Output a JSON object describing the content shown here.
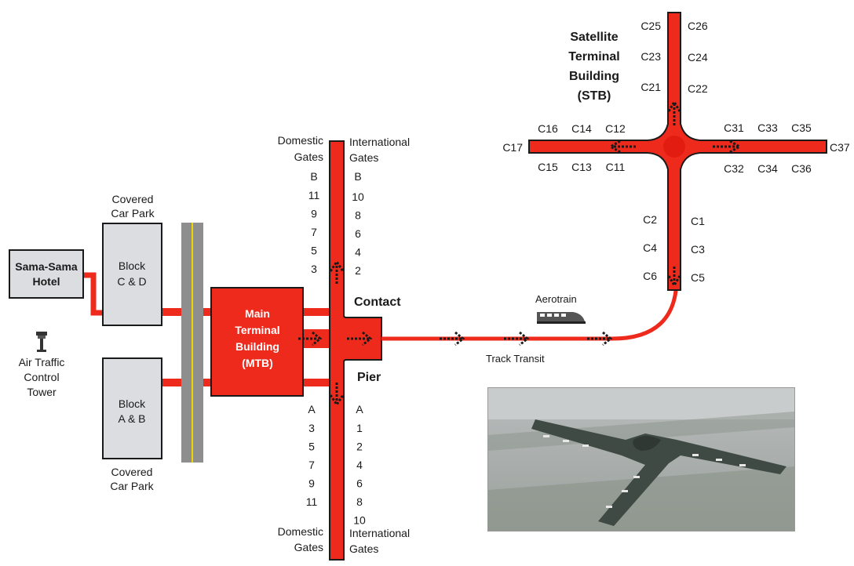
{
  "colors": {
    "red": "#ee2a1c",
    "red_dark": "#c81c10",
    "block_fill": "#dcdde1",
    "road_grey": "#8e8e8e",
    "road_line": "#f2d400",
    "outline": "#1a1a1a"
  },
  "hotel": {
    "line1": "Sama-Sama",
    "line2": "Hotel"
  },
  "atc": {
    "line1": "Air Traffic",
    "line2": "Control",
    "line3": "Tower",
    "icon": "control-tower-icon"
  },
  "car_park_top": {
    "line1": "Covered",
    "line2": "Car Park"
  },
  "car_park_bottom": {
    "line1": "Covered",
    "line2": "Car Park"
  },
  "block_cd": {
    "line1": "Block",
    "line2": "C & D"
  },
  "block_ab": {
    "line1": "Block",
    "line2": "A & B"
  },
  "mtb": {
    "line1": "Main",
    "line2": "Terminal",
    "line3": "Building",
    "line4": "(MTB)"
  },
  "contact_pier": {
    "line1": "Contact",
    "line2": "Pier"
  },
  "domestic_top": {
    "line1": "Domestic",
    "line2": "Gates",
    "pier": "B",
    "gates": [
      "11",
      "9",
      "7",
      "5",
      "3"
    ]
  },
  "international_top": {
    "line1": "International",
    "line2": "Gates",
    "pier": "B",
    "gates": [
      "10",
      "8",
      "6",
      "4",
      "2"
    ]
  },
  "domestic_bottom": {
    "line1": "Domestic",
    "line2": "Gates",
    "pier": "A",
    "gates": [
      "3",
      "5",
      "7",
      "9",
      "11"
    ]
  },
  "international_bottom": {
    "line1": "International",
    "line2": "Gates",
    "pier": "A",
    "gates": [
      "1",
      "2",
      "4",
      "6",
      "8",
      "10"
    ]
  },
  "aerotrain": {
    "label": "Aerotrain",
    "icon": "train-icon",
    "track_label": "Track Transit"
  },
  "stb": {
    "line1": "Satellite",
    "line2": "Terminal",
    "line3": "Building",
    "line4": "(STB)"
  },
  "stb_gates": {
    "north_left": [
      "C25",
      "C23",
      "C21"
    ],
    "north_right": [
      "C26",
      "C24",
      "C22"
    ],
    "west_top": [
      "C16",
      "C14",
      "C12"
    ],
    "west_bottom": [
      "C15",
      "C13",
      "C11"
    ],
    "west_end": "C17",
    "east_top": [
      "C31",
      "C33",
      "C35"
    ],
    "east_bottom": [
      "C32",
      "C34",
      "C36"
    ],
    "east_end": "C37",
    "south_left": [
      "C2",
      "C4",
      "C6"
    ],
    "south_right": [
      "C1",
      "C3",
      "C5"
    ]
  },
  "photo": {
    "subject": "aerial-photo-satellite-terminal"
  }
}
